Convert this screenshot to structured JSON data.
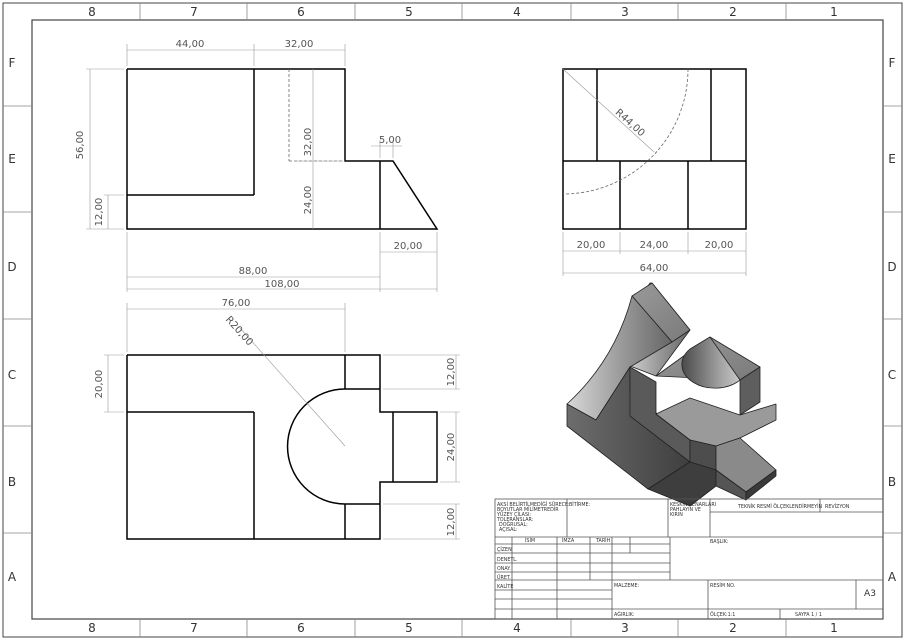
{
  "border": {
    "columns": [
      "8",
      "7",
      "6",
      "5",
      "4",
      "3",
      "2",
      "1"
    ],
    "rows": [
      "F",
      "E",
      "D",
      "C",
      "B",
      "A"
    ]
  },
  "dims": {
    "front_top_44": "44,00",
    "front_top_32": "32,00",
    "front_56": "56,00",
    "front_32v": "32,00",
    "front_24v": "24,00",
    "front_12": "12,00",
    "front_5": "5,00",
    "front_20": "20,00",
    "front_88": "88,00",
    "front_108": "108,00",
    "side_r44": "R44,00",
    "side_20a": "20,00",
    "side_24": "24,00",
    "side_20b": "20,00",
    "side_64": "64,00",
    "top_76": "76,00",
    "top_r20": "R20,00",
    "top_20": "20,00",
    "top_12a": "12,00",
    "top_24": "24,00",
    "top_12b": "12,00"
  },
  "title_block": {
    "notes": [
      "AKSİ BELİRTİLMEDİĞİ SÜRECE:",
      "BOYUTLAR MİLİMETREDİR",
      "YÜZEY ÇİLASI:",
      "TOLERANSLAR:",
      "   DOĞRUSAL:",
      "   AÇISAL:"
    ],
    "bitirme": "BİTİRME:",
    "edge_note": [
      "KESKİN KENARLARI",
      "PAHLAYIN VE",
      "KIRIN"
    ],
    "title_label": "TEKNİK RESMİ ÖLÇEKLENDİRMEYİN",
    "revizyon": "REVİZYON",
    "col_isim": "İSİM",
    "col_imza": "İMZA",
    "col_tarih": "TARİH",
    "row_labels": [
      "ÇİZEN",
      "DENETL.",
      "ONAY.",
      "ÜRET.",
      "KALİTE"
    ],
    "baslik": "BAŞLIK:",
    "malzeme": "MALZEME:",
    "resim_no": "RESİM NO.",
    "size": "A3",
    "agirlik": "AĞIRLIK:",
    "olcek": "ÖLÇEK:1:1",
    "sayfa": "SAYFA 1 / 1"
  }
}
